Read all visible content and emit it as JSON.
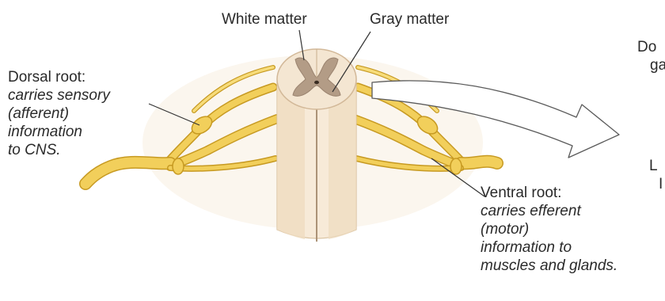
{
  "labels": {
    "white_matter": "White matter",
    "gray_matter": "Gray matter",
    "dorsal_root": {
      "title": "Dorsal root:",
      "lines": [
        "carries sensory",
        "(afferent)",
        "information",
        "to CNS."
      ]
    },
    "ventral_root": {
      "title": "Ventral root:",
      "lines": [
        "carries efferent",
        "(motor)",
        "information to",
        "muscles and glands."
      ]
    },
    "cut_right_top": [
      "Do",
      "ga"
    ],
    "cut_right_mid": [
      "L",
      "I"
    ]
  },
  "colors": {
    "nerve": "#f2cf5b",
    "nerve_outline": "#c79a22",
    "white_matter": "#f4e6d2",
    "gray_matter": "#b39c86",
    "cord_side": "#f7ead8",
    "cord_shadow": "#e5d0b3",
    "arrow_stroke": "#5a5a5a",
    "leader": "#333333"
  }
}
